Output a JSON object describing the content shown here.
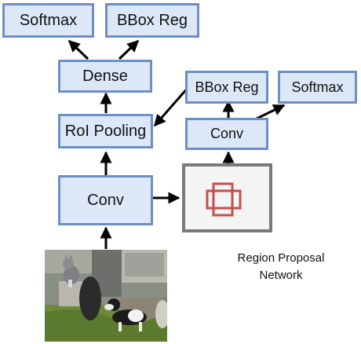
{
  "left_branch": {
    "softmax": "Softmax",
    "bbox_reg": "BBox Reg",
    "dense": "Dense",
    "roi_pooling": "RoI Pooling",
    "conv": "Conv"
  },
  "rpn": {
    "bbox_reg": "BBox Reg",
    "softmax": "Softmax",
    "conv": "Conv",
    "caption_line1": "Region Proposal",
    "caption_line2": "Network",
    "icon": "overlapping-boxes-icon"
  },
  "input_image": {
    "icon": "cat-and-dog-photo"
  },
  "colors": {
    "box_fill": "#dce8f8",
    "box_border": "#6d8fc4",
    "rpn_border": "#7a7a7a",
    "rpn_glyph": "#c0504d",
    "arrow": "#000000"
  }
}
